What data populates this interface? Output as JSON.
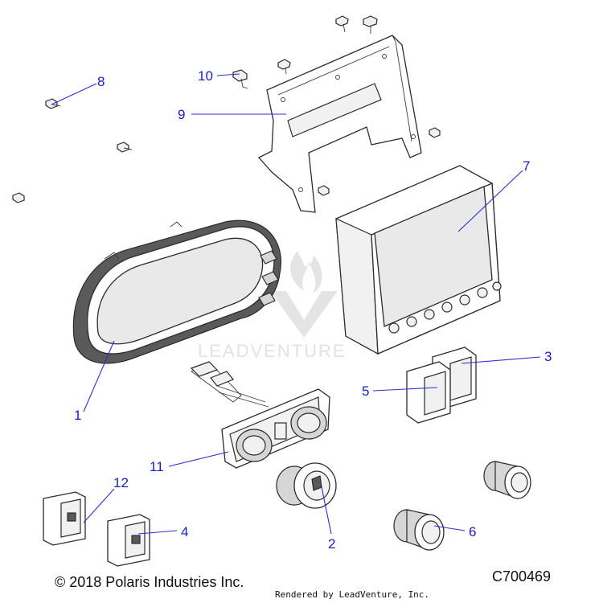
{
  "diagram": {
    "callouts": [
      {
        "id": "c1",
        "label": "1"
      },
      {
        "id": "c2",
        "label": "2"
      },
      {
        "id": "c3",
        "label": "3"
      },
      {
        "id": "c4",
        "label": "4"
      },
      {
        "id": "c5",
        "label": "5"
      },
      {
        "id": "c6",
        "label": "6"
      },
      {
        "id": "c7",
        "label": "7"
      },
      {
        "id": "c8",
        "label": "8"
      },
      {
        "id": "c9",
        "label": "9"
      },
      {
        "id": "c10",
        "label": "10"
      },
      {
        "id": "c11",
        "label": "11"
      },
      {
        "id": "c12",
        "label": "12"
      }
    ],
    "watermark": "LEADVENTURE"
  },
  "footer": {
    "copyright": "© 2018 Polaris Industries Inc.",
    "rendered_by": "Rendered by LeadVenture, Inc.",
    "diagram_code": "C700469"
  },
  "colors": {
    "callout": "#1a1fb8",
    "line_art": "#2b2b2b"
  }
}
